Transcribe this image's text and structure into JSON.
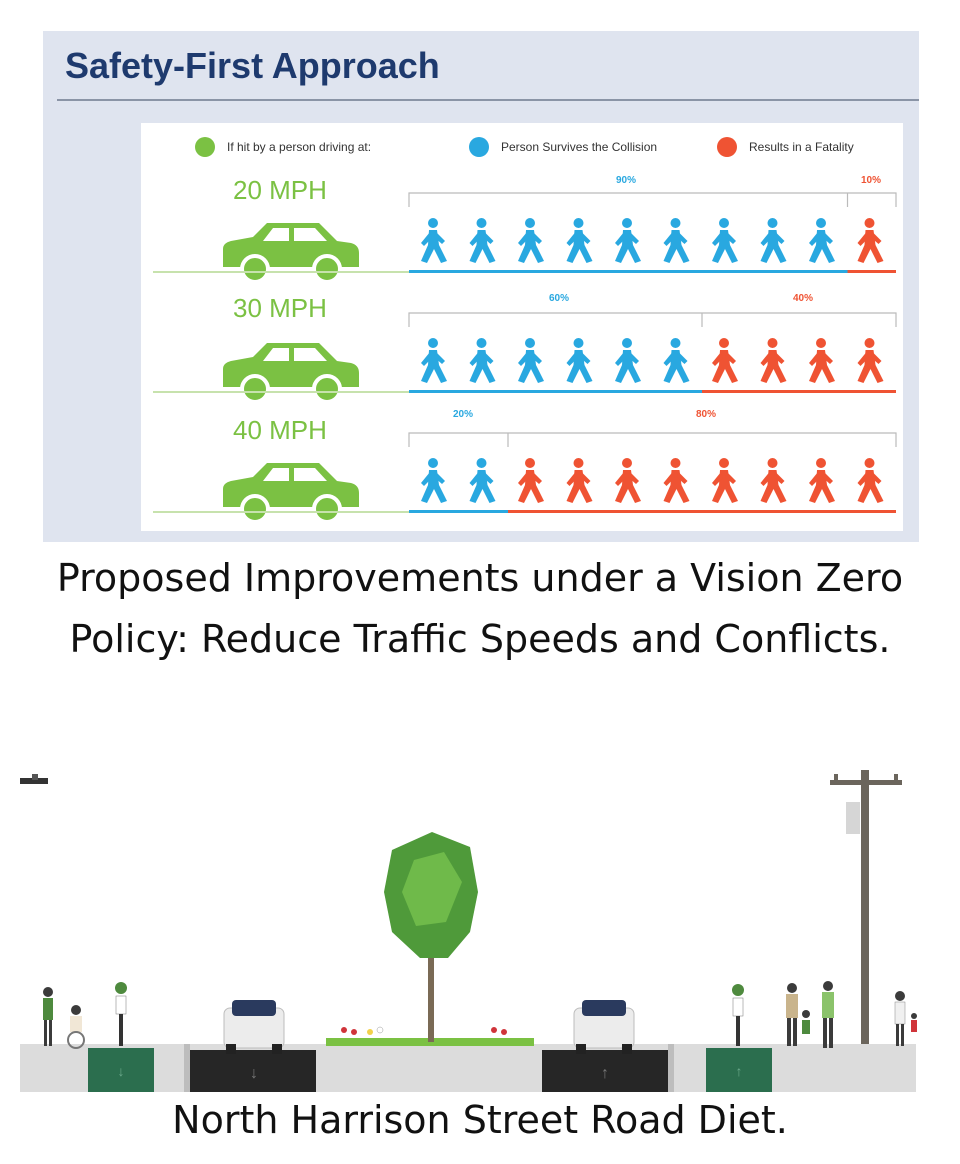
{
  "panel": {
    "title": "Safety-First Approach",
    "legend": [
      {
        "label": "If hit by a person driving at:",
        "color": "#7bc143"
      },
      {
        "label": "Person Survives the Collision",
        "color": "#29a8e0"
      },
      {
        "label": "Results in a Fatality",
        "color": "#ef5333"
      }
    ],
    "rows": [
      {
        "speed": "20 MPH",
        "survive_label": "90%",
        "fatal_label": "10%",
        "survive_count": 9,
        "fatal_count": 1
      },
      {
        "speed": "30 MPH",
        "survive_label": "60%",
        "fatal_label": "40%",
        "survive_count": 6,
        "fatal_count": 4
      },
      {
        "speed": "40 MPH",
        "survive_label": "20%",
        "fatal_label": "80%",
        "survive_count": 2,
        "fatal_count": 8
      }
    ]
  },
  "caption_top": "Proposed Improvements under a Vision Zero Policy: Reduce Traffic Speeds and Conflicts.",
  "street_caption": "North Harrison Street Road Diet.",
  "colors": {
    "green": "#7bc143",
    "blue": "#29a8e0",
    "red": "#ef5333",
    "title": "#1e3a6e",
    "bike_lane": "#2b6e4e",
    "travel_lane": "#262626",
    "sidewalk": "#dcdcdc"
  }
}
